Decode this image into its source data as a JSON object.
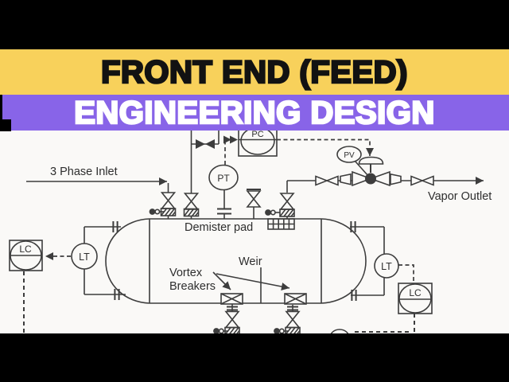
{
  "colors": {
    "top_bar": "#000000",
    "yellow_band": "#f8d15b",
    "purple_band": "#8864e8",
    "title_text": "#121212",
    "subtitle_text": "#ffffff",
    "diagram_bg": "#faf9f7",
    "diagram_line": "#3d3d3d"
  },
  "banner": {
    "title": "FRONT END (FEED)",
    "subtitle": "ENGINEERING DESIGN"
  },
  "diagram": {
    "labels": {
      "inlet": "3 Phase Inlet",
      "vapor_outlet": "Vapor Outlet",
      "demister": "Demister pad",
      "weir": "Weir",
      "vortex_line1": "Vortex",
      "vortex_line2": "Breakers"
    },
    "instruments": {
      "pc": "PC",
      "pt": "PT",
      "pv": "PV",
      "lt_left": "LT",
      "lc_left": "LC",
      "lt_right": "LT",
      "lc_right": "LC"
    }
  }
}
